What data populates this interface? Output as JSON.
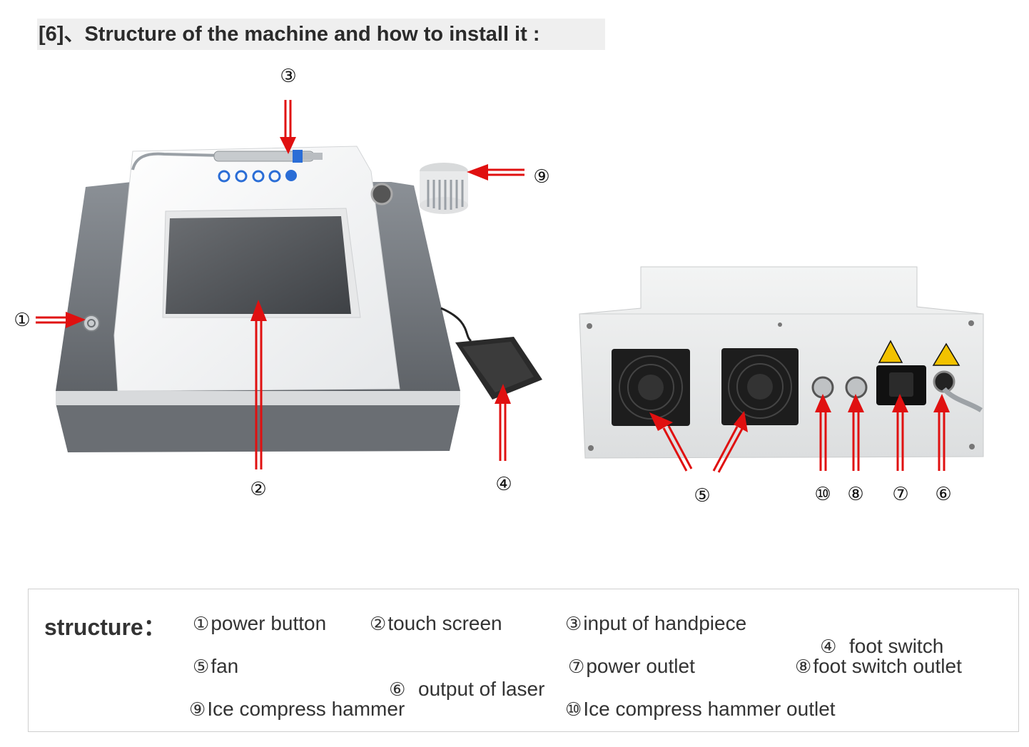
{
  "section_title": "[6]、Structure of the machine and how to install it :",
  "callouts": {
    "c1": "①",
    "c2": "②",
    "c3": "③",
    "c4": "④",
    "c5": "⑤",
    "c6": "⑥",
    "c7": "⑦",
    "c8": "⑧",
    "c9": "⑨",
    "c10": "⑩"
  },
  "legend": {
    "heading": "structure：",
    "items": [
      {
        "num": "①",
        "label": "power button"
      },
      {
        "num": "②",
        "label": "touch screen"
      },
      {
        "num": "③",
        "label": "input of handpiece"
      },
      {
        "num": "④",
        "label": "  foot switch"
      },
      {
        "num": "⑤",
        "label": "fan"
      },
      {
        "num": "⑥",
        "label": "  output of laser"
      },
      {
        "num": "⑦",
        "label": "power outlet"
      },
      {
        "num": "⑧",
        "label": "foot switch outlet"
      },
      {
        "num": "⑨",
        "label": "Ice compress hammer"
      },
      {
        "num": "⑩",
        "label": "Ice compress hammer outlet"
      }
    ]
  },
  "colors": {
    "arrow": "#e01010",
    "body_gray": "#7b7f85",
    "panel_white": "#f4f5f5",
    "screen": "#5a5d61"
  }
}
